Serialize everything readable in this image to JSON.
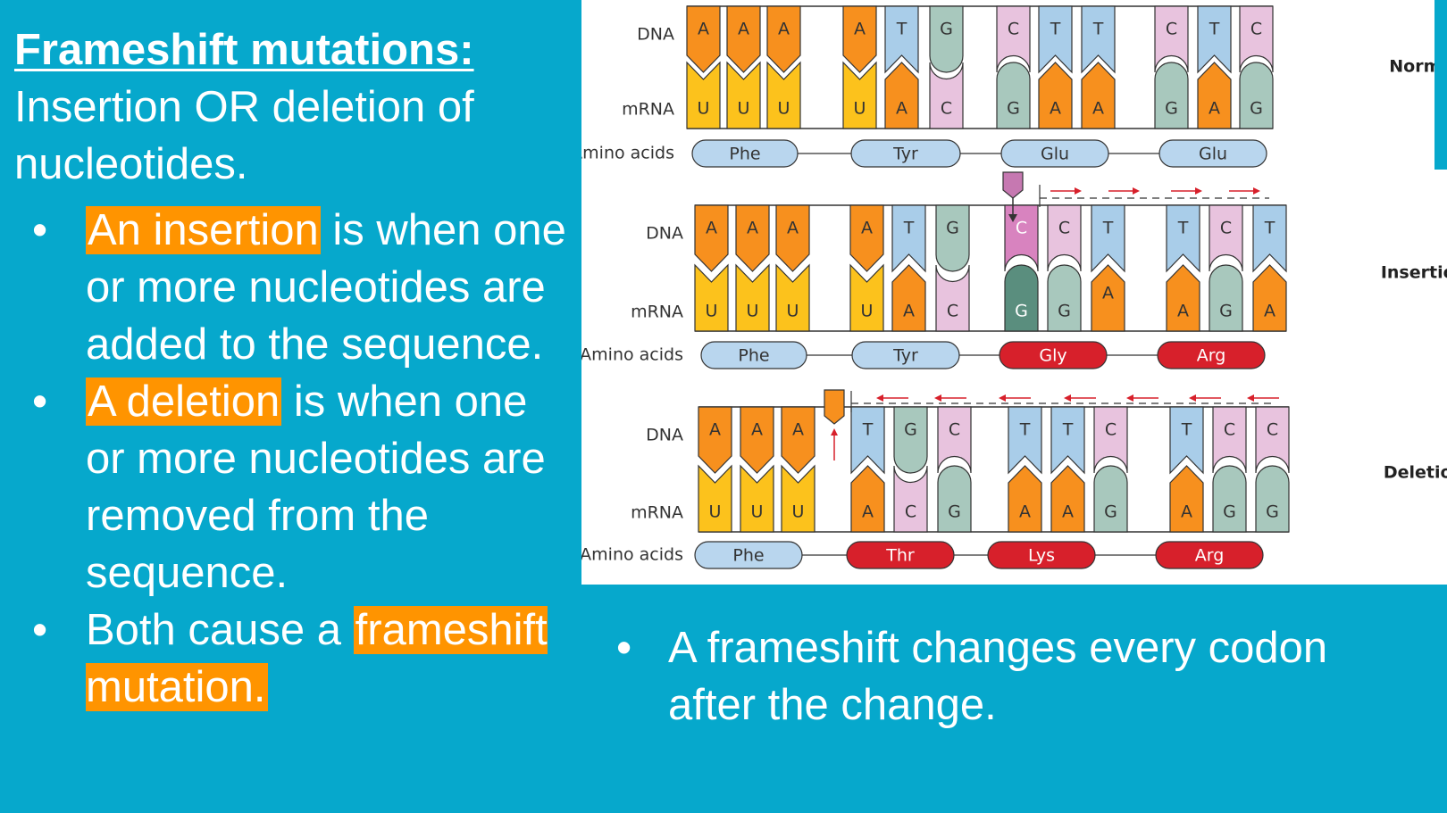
{
  "left": {
    "title": "Frameshift mutations:",
    "intro": [
      "Insertion OR deletion of",
      "nucleotides."
    ],
    "bullets": [
      {
        "highlight": "An insertion",
        "rest": " is when one or more nucleotides are added to the sequence."
      },
      {
        "highlight": "A deletion",
        "rest": " is when one or more nucleotides are removed from the sequence."
      },
      {
        "pre": "Both cause a ",
        "highlight": "frameshift mutation."
      }
    ],
    "bullet_glyph": "•"
  },
  "right": {
    "bullet_glyph": "•",
    "text": "A frameshift changes every codon after the change."
  },
  "diagram": {
    "labels": {
      "dna": "DNA",
      "mrna": "mRNA",
      "amino": "Amino acids"
    },
    "colors": {
      "A": "#f7901e",
      "T": "#a9cde9",
      "G": "#a8c8bd",
      "C": "#e8c3de",
      "U": "#fcc21c",
      "G_dark": "#5a8e7e",
      "C_ins": "#d883bf",
      "ins_marker": "#c678b1",
      "del_marker": "#f7901e",
      "aa_normal": "#b9d6ee",
      "aa_changed": "#d7202b",
      "arrow": "#d7202b"
    },
    "rows": [
      {
        "name": "Normal",
        "dna": [
          "A",
          "A",
          "A",
          "A",
          "T",
          "G",
          "C",
          "T",
          "T",
          "C",
          "T",
          "C"
        ],
        "mrna": [
          "U",
          "U",
          "U",
          "U",
          "A",
          "C",
          "G",
          "A",
          "A",
          "G",
          "A",
          "G"
        ],
        "amino": [
          {
            "label": "Phe",
            "changed": false
          },
          {
            "label": "Tyr",
            "changed": false
          },
          {
            "label": "Glu",
            "changed": false
          },
          {
            "label": "Glu",
            "changed": false
          }
        ]
      },
      {
        "name": "Insertion",
        "dna": [
          "A",
          "A",
          "A",
          "A",
          "T",
          "G",
          "C",
          "C",
          "T",
          "T",
          "C",
          "T"
        ],
        "mrna": [
          "U",
          "U",
          "U",
          "U",
          "A",
          "C",
          "G",
          "G",
          "A",
          "A",
          "G",
          "A"
        ],
        "inserted_index": 6,
        "amino": [
          {
            "label": "Phe",
            "changed": false
          },
          {
            "label": "Tyr",
            "changed": false
          },
          {
            "label": "Gly",
            "changed": true
          },
          {
            "label": "Arg",
            "changed": true
          }
        ]
      },
      {
        "name": "Deletion",
        "dna": [
          "A",
          "A",
          "A",
          "T",
          "G",
          "C",
          "T",
          "T",
          "C",
          "T",
          "C",
          "C"
        ],
        "mrna": [
          "U",
          "U",
          "U",
          "A",
          "C",
          "G",
          "A",
          "A",
          "G",
          "A",
          "G",
          "G"
        ],
        "amino": [
          {
            "label": "Phe",
            "changed": false
          },
          {
            "label": "Thr",
            "changed": true
          },
          {
            "label": "Lys",
            "changed": true
          },
          {
            "label": "Arg",
            "changed": true
          }
        ]
      }
    ]
  }
}
